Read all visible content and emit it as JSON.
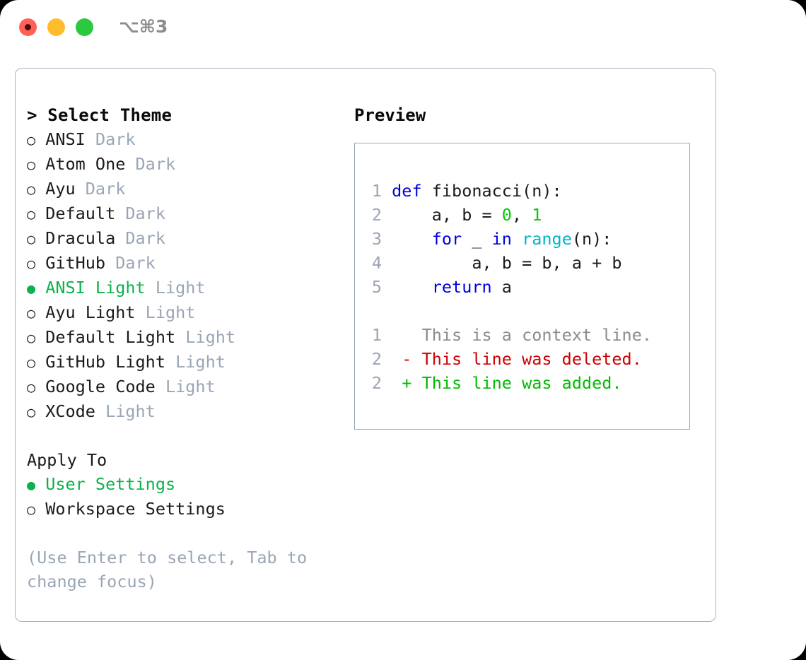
{
  "window": {
    "shortcut_label": "⌥⌘3",
    "traffic_lights": [
      "close-red",
      "minimize-yellow",
      "maximize-green"
    ]
  },
  "colors": {
    "selected_green": "#0bb14a",
    "muted_gray": "#9aa5b5",
    "keyword_blue": "#0000dd",
    "function_cyan": "#00b4c8",
    "number_green": "#00cc00",
    "diff_deleted_red": "#cc0000",
    "diff_added_green": "#00bb00",
    "border_gray": "#a8b2c1"
  },
  "theme_panel": {
    "header": "> Select Theme",
    "bullet_selected": "●",
    "bullet_unselected": "○",
    "themes": [
      {
        "name": "ANSI",
        "kind": "Dark",
        "selected": false
      },
      {
        "name": "Atom One",
        "kind": "Dark",
        "selected": false
      },
      {
        "name": "Ayu",
        "kind": "Dark",
        "selected": false
      },
      {
        "name": "Default",
        "kind": "Dark",
        "selected": false
      },
      {
        "name": "Dracula",
        "kind": "Dark",
        "selected": false
      },
      {
        "name": "GitHub",
        "kind": "Dark",
        "selected": false
      },
      {
        "name": "ANSI Light",
        "kind": "Light",
        "selected": true
      },
      {
        "name": "Ayu Light",
        "kind": "Light",
        "selected": false
      },
      {
        "name": "Default Light",
        "kind": "Light",
        "selected": false
      },
      {
        "name": "GitHub Light",
        "kind": "Light",
        "selected": false
      },
      {
        "name": "Google Code",
        "kind": "Light",
        "selected": false
      },
      {
        "name": "XCode",
        "kind": "Light",
        "selected": false
      }
    ]
  },
  "apply_to": {
    "header": "Apply To",
    "options": [
      {
        "label": "User Settings",
        "selected": true
      },
      {
        "label": "Workspace Settings",
        "selected": false
      }
    ]
  },
  "hint": "(Use Enter to select, Tab to change focus)",
  "preview": {
    "header": "Preview",
    "code_lines": [
      {
        "n": "1",
        "tokens": [
          {
            "t": "def",
            "c": "kw"
          },
          {
            "t": " fibonacci(n):",
            "c": "pln"
          }
        ]
      },
      {
        "n": "2",
        "tokens": [
          {
            "t": "    a, b = ",
            "c": "pln"
          },
          {
            "t": "0",
            "c": "num"
          },
          {
            "t": ", ",
            "c": "pln"
          },
          {
            "t": "1",
            "c": "num"
          }
        ]
      },
      {
        "n": "3",
        "tokens": [
          {
            "t": "    ",
            "c": "pln"
          },
          {
            "t": "for",
            "c": "kw"
          },
          {
            "t": " _ ",
            "c": "pln"
          },
          {
            "t": "in",
            "c": "kw"
          },
          {
            "t": " ",
            "c": "pln"
          },
          {
            "t": "range",
            "c": "fn"
          },
          {
            "t": "(n):",
            "c": "pln"
          }
        ]
      },
      {
        "n": "4",
        "tokens": [
          {
            "t": "        a, b = b, a + b",
            "c": "pln"
          }
        ]
      },
      {
        "n": "5",
        "tokens": [
          {
            "t": "    ",
            "c": "pln"
          },
          {
            "t": "return",
            "c": "kw"
          },
          {
            "t": " a",
            "c": "pln"
          }
        ]
      }
    ],
    "diff_lines": [
      {
        "n": "1",
        "marker": " ",
        "text": "This is a context line.",
        "kind": "ctx"
      },
      {
        "n": "2",
        "marker": "-",
        "text": "This line was deleted.",
        "kind": "del"
      },
      {
        "n": "2",
        "marker": "+",
        "text": "This line was added.",
        "kind": "add"
      }
    ]
  }
}
